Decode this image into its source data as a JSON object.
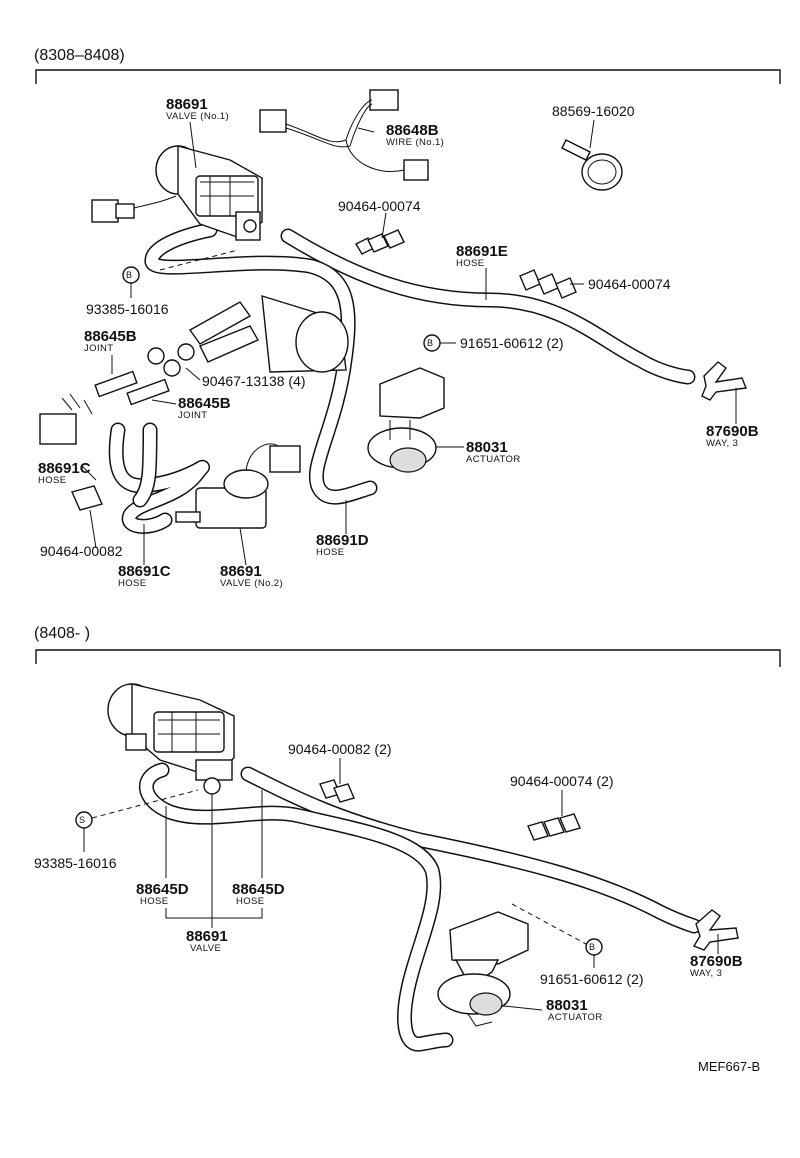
{
  "sections": {
    "top": "(8308–8408)",
    "bottom": "(8408-          )"
  },
  "top_parts": {
    "valve_no1": {
      "number": "88691",
      "name": "VALVE (No.1)"
    },
    "wire_no1": {
      "number": "88648B",
      "name": "WIRE (No.1)"
    },
    "clamp_top_right": {
      "number": "88569-16020"
    },
    "clip_a": {
      "number": "90464-00074"
    },
    "hose_e": {
      "number": "88691E",
      "name": "HOSE"
    },
    "clip_b": {
      "number": "90464-00074"
    },
    "bolt_b": {
      "number": "93385-16016",
      "marker": "B"
    },
    "bolt_91651": {
      "number": "91651-60612 (2)",
      "marker": "B"
    },
    "joint_a": {
      "number": "88645B",
      "name": "JOINT"
    },
    "clip_13138": {
      "number": "90467-13138 (4)"
    },
    "joint_b": {
      "number": "88645B",
      "name": "JOINT"
    },
    "way3": {
      "number": "87690B",
      "name": "WAY, 3"
    },
    "actuator": {
      "number": "88031",
      "name": "ACTUATOR"
    },
    "hose_c1": {
      "number": "88691C",
      "name": "HOSE"
    },
    "clip_82": {
      "number": "90464-00082"
    },
    "hose_c2": {
      "number": "88691C",
      "name": "HOSE"
    },
    "valve_no2": {
      "number": "88691",
      "name": "VALVE (No.2)"
    },
    "hose_d": {
      "number": "88691D",
      "name": "HOSE"
    }
  },
  "bottom_parts": {
    "clip_82": {
      "number": "90464-00082 (2)"
    },
    "clip_74": {
      "number": "90464-00074 (2)"
    },
    "bolt_s": {
      "number": "93385-16016",
      "marker": "S"
    },
    "hose_d_left": {
      "number": "88645D",
      "name": "HOSE"
    },
    "hose_d_right": {
      "number": "88645D",
      "name": "HOSE"
    },
    "way3": {
      "number": "87690B",
      "name": "WAY, 3"
    },
    "bolt_91651": {
      "number": "91651-60612 (2)",
      "marker": "B"
    },
    "valve": {
      "number": "88691",
      "name": "VALVE"
    },
    "actuator": {
      "number": "88031",
      "name": "ACTUATOR"
    }
  },
  "footer_code": "MEF667-B"
}
